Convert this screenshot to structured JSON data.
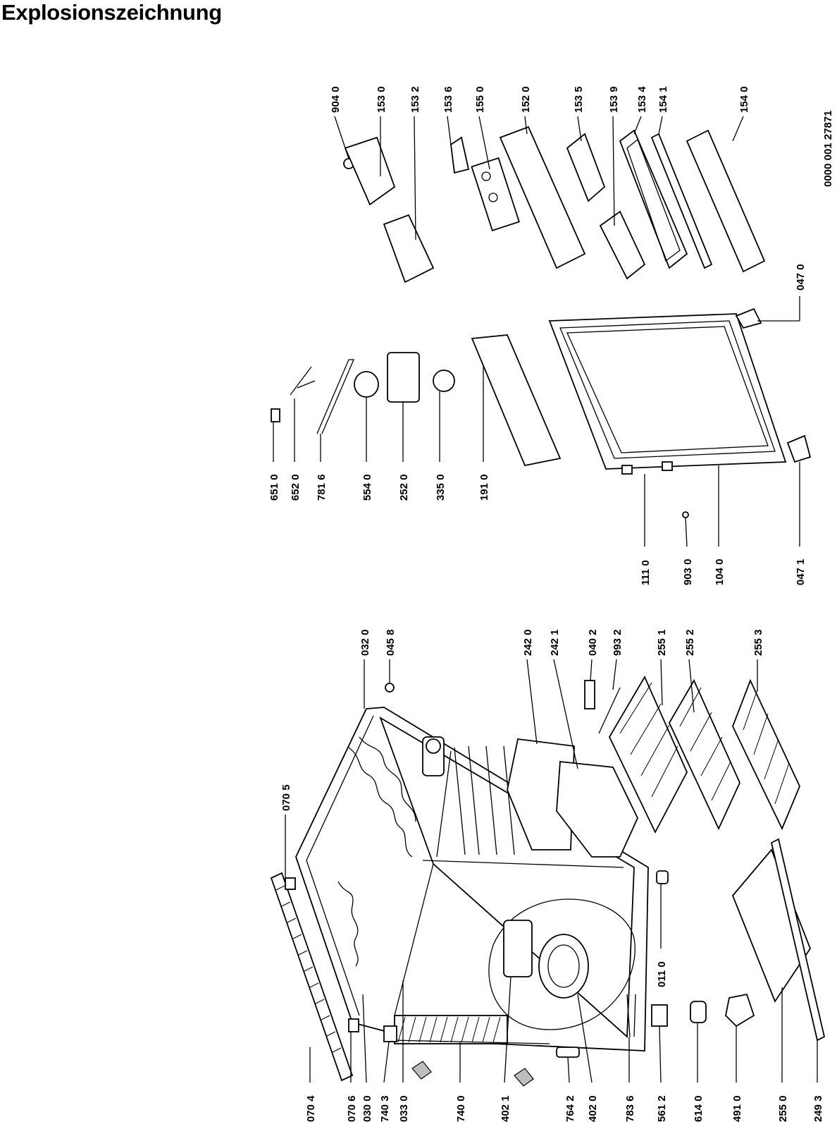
{
  "title": "Explosionszeichnung",
  "document_ref": "0000 001 27871",
  "part_labels": {
    "p0704": "070 4",
    "p0706": "070 6",
    "p0300": "030 0",
    "p7403": "740 3",
    "p0330": "033 0",
    "p7400": "740 0",
    "p4021": "402 1",
    "p7642": "764 2",
    "p4020": "402 0",
    "p7836": "783 6",
    "p5612": "561 2",
    "p6140": "614 0",
    "p4910": "491 0",
    "p2550": "255 0",
    "p2493": "249 3",
    "p0110": "011 0",
    "p0705": "070 5",
    "p0320": "032 0",
    "p0458": "045 8",
    "p2420": "242 0",
    "p2421": "242 1",
    "p0402": "040 2",
    "p9932": "993 2",
    "p2551": "255 1",
    "p2552": "255 2",
    "p2553": "255 3",
    "p6510": "651 0",
    "p6520": "652 0",
    "p7816": "781 6",
    "p5540": "554 0",
    "p2520": "252 0",
    "p3350": "335 0",
    "p1910": "191 0",
    "p1110": "111 0",
    "p9030": "903 0",
    "p1040": "104 0",
    "p0471": "047 1",
    "p0470": "047 0",
    "p9040": "904 0",
    "p1530": "153 0",
    "p1532": "153 2",
    "p1536": "153 6",
    "p1550": "155 0",
    "p1520": "152 0",
    "p1535": "153 5",
    "p1539": "153 9",
    "p1534": "153 4",
    "p1541": "154 1",
    "p1540": "154 0"
  }
}
